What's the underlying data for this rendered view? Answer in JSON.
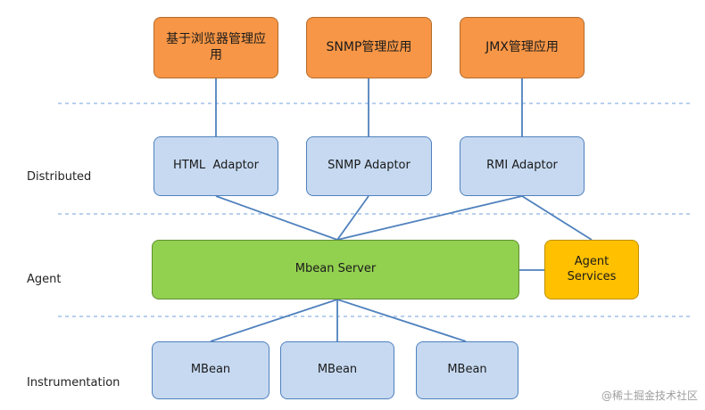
{
  "layers": {
    "distributed": "Distributed",
    "agent": "Agent",
    "instrumentation": "Instrumentation"
  },
  "apps": {
    "browser": "基于浏览器管理应用",
    "snmp": "SNMP管理应用",
    "jmx": "JMX管理应用"
  },
  "adaptors": {
    "html": "HTML  Adaptor",
    "snmp": "SNMP Adaptor",
    "rmi": "RMI Adaptor"
  },
  "server": "Mbean Server",
  "services": "Agent Services",
  "mbeans": [
    "MBean",
    "MBean",
    "MBean"
  ],
  "watermark": "@稀土掘金技术社区",
  "colors": {
    "app_fill": "#f79646",
    "adaptor_fill": "#c6d9f1",
    "server_fill": "#92d050",
    "services_fill": "#ffc000",
    "line": "#4f81bd"
  }
}
